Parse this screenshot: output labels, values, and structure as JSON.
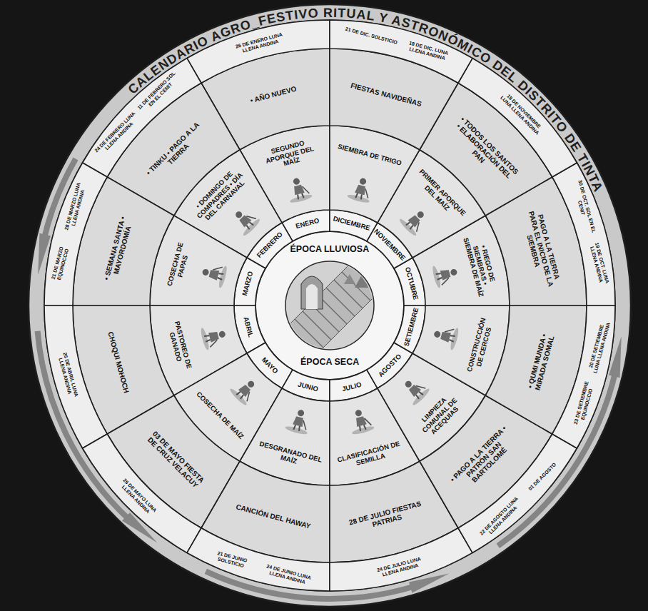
{
  "diagram": {
    "title": "CALENDARIO AGRO_FESTIVO RITUAL Y ASTRONÓMICO DEL DISTRITO DE TINTA",
    "nodes": [
      {
        "text": [
          "ÉPOCA LLUVIOSA",
          "ÉPOCA SECA"
        ]
      },
      {
        "text": [
          "ENERO"
        ]
      },
      {
        "text": [
          "FEBRERO"
        ]
      },
      {
        "text": [
          "MARZO"
        ]
      },
      {
        "text": [
          "ABRIL"
        ]
      },
      {
        "text": [
          "MAYO"
        ]
      },
      {
        "text": [
          "JUNIO"
        ]
      },
      {
        "text": [
          "JULIO"
        ]
      },
      {
        "text": [
          "AGOSTO"
        ]
      },
      {
        "text": [
          "SETIEMBRE"
        ]
      },
      {
        "text": [
          "OCTUBRE"
        ]
      },
      {
        "text": [
          "NOVIEMBRE"
        ]
      },
      {
        "text": [
          "DICIEMBRE"
        ]
      },
      {
        "text": [
          "SEGUNDO APORQUE DEL MAÍZ"
        ]
      },
      {
        "text": [
          "• DOMINGO DE COMPADRES • DÍA DEL CARNAVAL"
        ]
      },
      {
        "text": [
          "COSECHA DE PAPAS"
        ]
      },
      {
        "text": [
          "PASTOREO DE GANADO"
        ]
      },
      {
        "text": [
          "COSECHA DE MAÍZ"
        ]
      },
      {
        "text": [
          "DESGRANADO DEL MAÍZ"
        ]
      },
      {
        "text": [
          "CLASIFICACIÓN DE SEMILLA"
        ]
      },
      {
        "text": [
          "LIMPIEZA COMUNAL DE ACEQUIAS"
        ]
      },
      {
        "text": [
          "CONSTRUCCIÓN DE CERCOS"
        ]
      },
      {
        "text": [
          "• RIEGO DE SIEMBRAS • SIEMBRA DE MAÍZ"
        ]
      },
      {
        "text": [
          "PRIMER APORQUE DEL MAÍZ"
        ]
      },
      {
        "text": [
          "SIEMBRA DE TRIGO"
        ]
      },
      {
        "text": [
          "• AÑO NUEVO"
        ]
      },
      {
        "text": [
          "• TINKU • PAGO A LA TIERRA"
        ]
      },
      {
        "text": [
          "• SEMANA SANTA • MAYORDOMÍA"
        ]
      },
      {
        "text": [
          "CHOQUI MOHOCH"
        ]
      },
      {
        "text": [
          "03 DE MAYO FIESTA DE CRUZ VELACUY"
        ]
      },
      {
        "text": [
          "CANCIÓN DEL HAWAY"
        ]
      },
      {
        "text": [
          "28 DE JULIO FIESTAS PATRIAS"
        ]
      },
      {
        "text": [
          "• PAGO A LA TIERRA • PATRÓN SAN BARTOLOMÉ"
        ]
      },
      {
        "text": [
          "• QUMI MUNDA • MIRADA SOMAL"
        ]
      },
      {
        "text": [
          "PAGO A LA TIERRA PARA EL INICIO DE LA SIEMBRA"
        ]
      },
      {
        "text": [
          "• TODOS LOS SANTOS • ELABORACIÓN DEL PAN"
        ]
      },
      {
        "text": [
          "FIESTAS NAVIDEÑAS"
        ]
      },
      {
        "text": [
          "26 DE ENERO LUNA LLENA ANDINA"
        ]
      },
      {
        "text": [
          "24 DE FEBRERO LUNA LLENA ANDINA",
          "11 DE FEBRERO SOL EN EL CENIT"
        ]
      },
      {
        "text": [
          "21 DE MARZO EQUINOCCIO",
          "28 DE MARZO LUNA LLENA ANDINA"
        ]
      },
      {
        "text": [
          "26 DE ABRIL LUNA LLENA ANDINA"
        ]
      },
      {
        "text": [
          "26 DE MAYO LUNA LLENA ANDINA"
        ]
      },
      {
        "text": [
          "21 DE JUNIO SOLSTICIO",
          "24 DE JUNIO LUNA LLENA ANDINA"
        ]
      },
      {
        "text": [
          "24 DE JULIO LUNA LLENA ANDINA"
        ]
      },
      {
        "text": [
          "22 DE AGOSTO LUNA LLENA ANDINA",
          "01 DE AGOSTO"
        ]
      },
      {
        "text": [
          "23 DE SETIEMBRE EQUINOCCIO",
          "20 DE SETIEMBRE LUNA LLENA ANDINA"
        ]
      },
      {
        "text": [
          "30 DE OCT. SOL EN EL CENIT",
          "19 DE OCT. LUNA LLENA ANDINA"
        ]
      },
      {
        "text": [
          "18 DE NOVIEMBRE LUNA LLENA ANDINA"
        ]
      },
      {
        "text": [
          "21 DE DIC. SOLSTICIO",
          "18 DE DIC. LUNA LLENA ANDINA"
        ]
      }
    ]
  }
}
